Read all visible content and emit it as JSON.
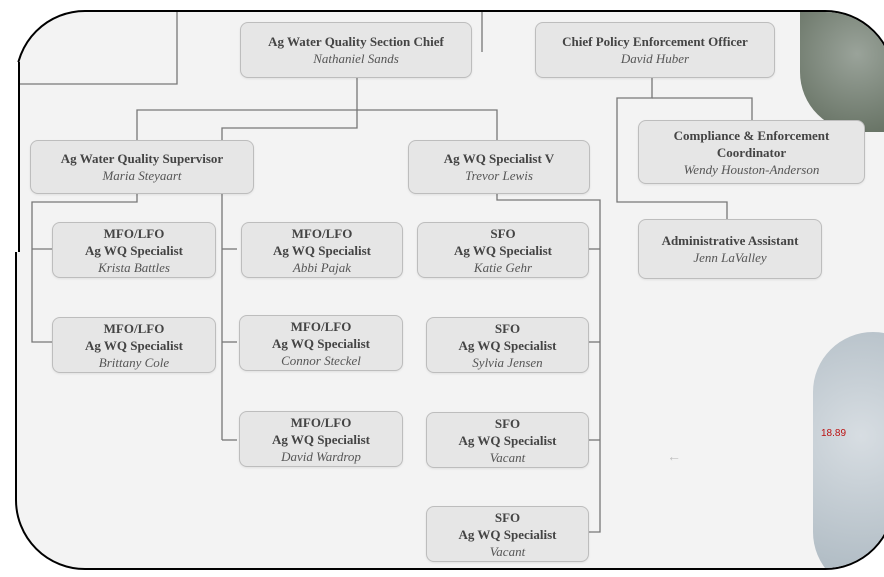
{
  "nodes": {
    "section_chief": {
      "title": "Ag Water Quality Section Chief",
      "name": "Nathaniel Sands"
    },
    "enforcement_officer": {
      "title": "Chief Policy Enforcement Officer",
      "name": "David Huber"
    },
    "supervisor": {
      "title": "Ag Water Quality Supervisor",
      "name": "Maria Steyaart"
    },
    "specialist_v": {
      "title": "Ag WQ Specialist V",
      "name": "Trevor Lewis"
    },
    "compliance_coordinator": {
      "title_line1": "Compliance & Enforcement",
      "title_line2": "Coordinator",
      "name": "Wendy Houston-Anderson"
    },
    "admin_assistant": {
      "title": "Administrative Assistant",
      "name": "Jenn LaValley"
    },
    "krista": {
      "line1": "MFO/LFO",
      "line2": "Ag WQ Specialist",
      "name": "Krista Battles"
    },
    "brittany": {
      "line1": "MFO/LFO",
      "line2": "Ag WQ Specialist",
      "name": "Brittany Cole"
    },
    "abbi": {
      "line1": "MFO/LFO",
      "line2": "Ag WQ Specialist",
      "name": "Abbi Pajak"
    },
    "connor": {
      "line1": "MFO/LFO",
      "line2": "Ag WQ Specialist",
      "name": "Connor Steckel"
    },
    "david_w": {
      "line1": "MFO/LFO",
      "line2": "Ag WQ Specialist",
      "name": "David Wardrop"
    },
    "katie": {
      "line1": "SFO",
      "line2": "Ag WQ Specialist",
      "name": "Katie Gehr"
    },
    "sylvia": {
      "line1": "SFO",
      "line2": "Ag WQ Specialist",
      "name": "Sylvia Jensen"
    },
    "vacant1": {
      "line1": "SFO",
      "line2": "Ag WQ Specialist",
      "name": "Vacant"
    },
    "vacant2": {
      "line1": "SFO",
      "line2": "Ag WQ Specialist",
      "name": "Vacant"
    }
  },
  "side_label": "18.89",
  "colors": {
    "box_fill": "#e6e6e6",
    "line": "#777777"
  }
}
